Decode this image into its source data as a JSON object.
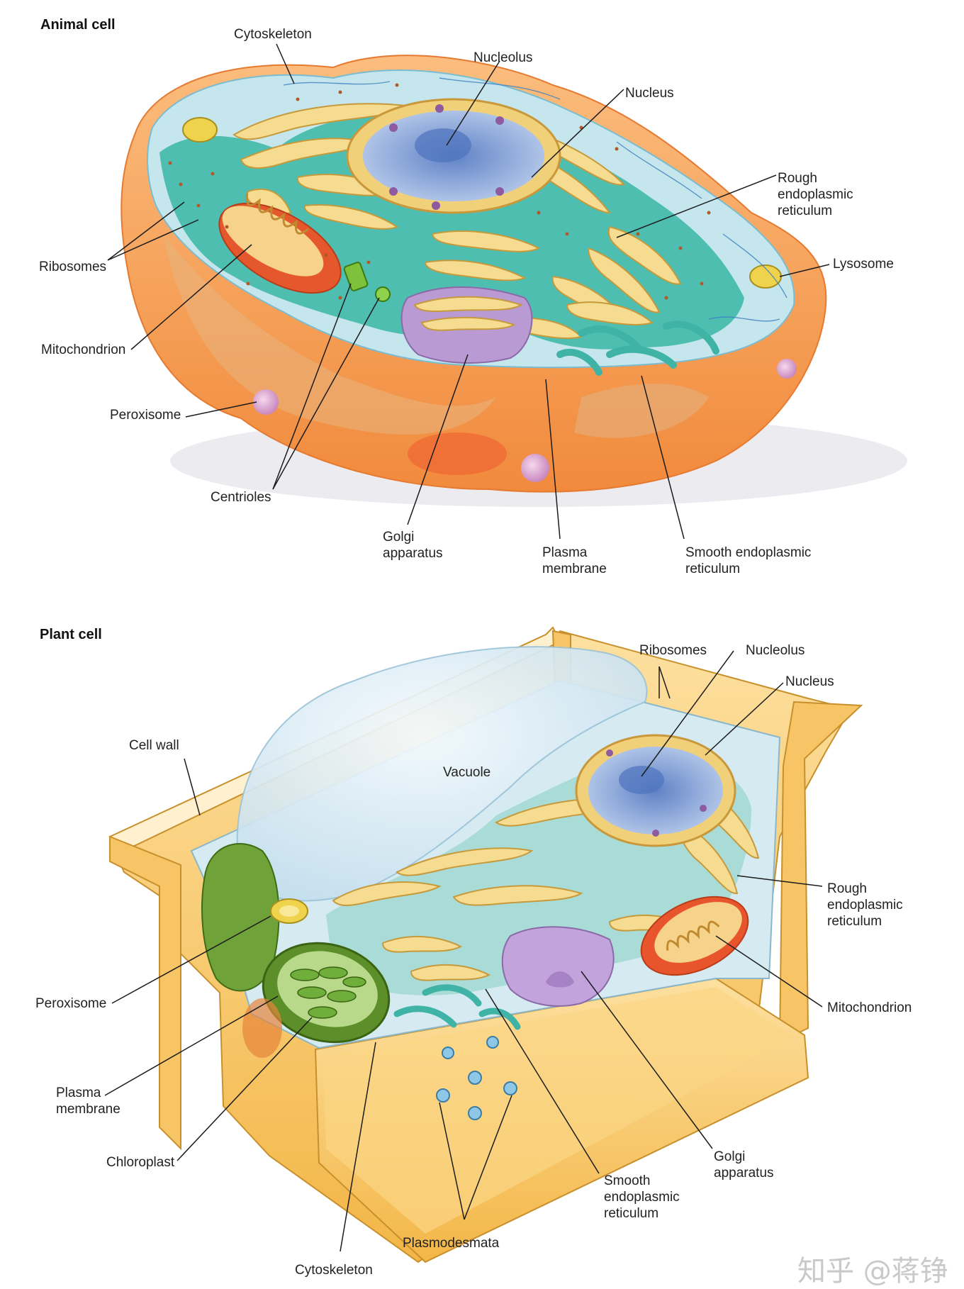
{
  "animal_cell": {
    "title": "Animal cell",
    "labels": {
      "cytoskeleton": "Cytoskeleton",
      "nucleolus": "Nucleolus",
      "nucleus": "Nucleus",
      "rough_er": [
        "Rough",
        "endoplasmic",
        "reticulum"
      ],
      "ribosomes": "Ribosomes",
      "lysosome": "Lysosome",
      "mitochondrion": "Mitochondrion",
      "peroxisome": "Peroxisome",
      "centrioles": "Centrioles",
      "golgi": [
        "Golgi",
        "apparatus"
      ],
      "plasma_membrane": [
        "Plasma",
        "membrane"
      ],
      "smooth_er": [
        "Smooth endoplasmic",
        "reticulum"
      ]
    }
  },
  "plant_cell": {
    "title": "Plant cell",
    "labels": {
      "ribosomes": "Ribosomes",
      "nucleolus": "Nucleolus",
      "nucleus": "Nucleus",
      "cell_wall": "Cell wall",
      "vacuole": "Vacuole",
      "rough_er": [
        "Rough",
        "endoplasmic",
        "reticulum"
      ],
      "peroxisome": "Peroxisome",
      "mitochondrion": "Mitochondrion",
      "plasma_membrane": [
        "Plasma",
        "membrane"
      ],
      "chloroplast": "Chloroplast",
      "golgi": [
        "Golgi",
        "apparatus"
      ],
      "smooth_er": [
        "Smooth",
        "endoplasmic",
        "reticulum"
      ],
      "plasmodesmata": "Plasmodesmata",
      "cytoskeleton": "Cytoskeleton"
    }
  },
  "watermark": "知乎 @蒋铮",
  "colors": {
    "cell_body": "#f7a055",
    "cytoplasm": "#bfe3ea",
    "rough_er": "#3bb8a6",
    "golgi": "#f4d98c",
    "nucleus": "#7f9fd4",
    "mitochondrion": "#e8552c",
    "chloroplast": "#5c8f2a",
    "cell_wall": "#f5c35a",
    "vacuole": "#d9ecf5"
  }
}
